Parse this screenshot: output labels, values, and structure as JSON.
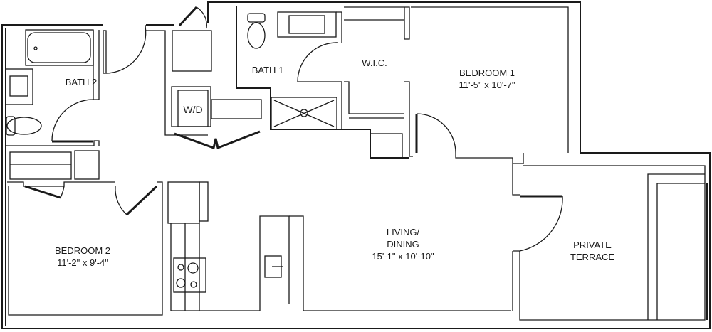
{
  "floorplan": {
    "rooms": [
      {
        "id": "bath-2",
        "name": "BATH 2",
        "dimensions": null
      },
      {
        "id": "bath-1",
        "name": "BATH 1",
        "dimensions": null
      },
      {
        "id": "wic",
        "name": "W.I.C.",
        "dimensions": null
      },
      {
        "id": "bedroom-1",
        "name": "BEDROOM 1",
        "dimensions": "11'-5\" x 10'-7\""
      },
      {
        "id": "bedroom-2",
        "name": "BEDROOM 2",
        "dimensions": "11'-2\" x 9'-4\""
      },
      {
        "id": "living-dining",
        "name_line1": "LIVING/",
        "name_line2": "DINING",
        "dimensions": "15'-1\" x 10'-10\""
      },
      {
        "id": "private-terrace",
        "name_line1": "PRIVATE",
        "name_line2": "TERRACE",
        "dimensions": null
      }
    ],
    "fixtures": {
      "washer_dryer": "W/D"
    },
    "colors": {
      "line": "#1a1a1a",
      "background": "#ffffff"
    }
  }
}
